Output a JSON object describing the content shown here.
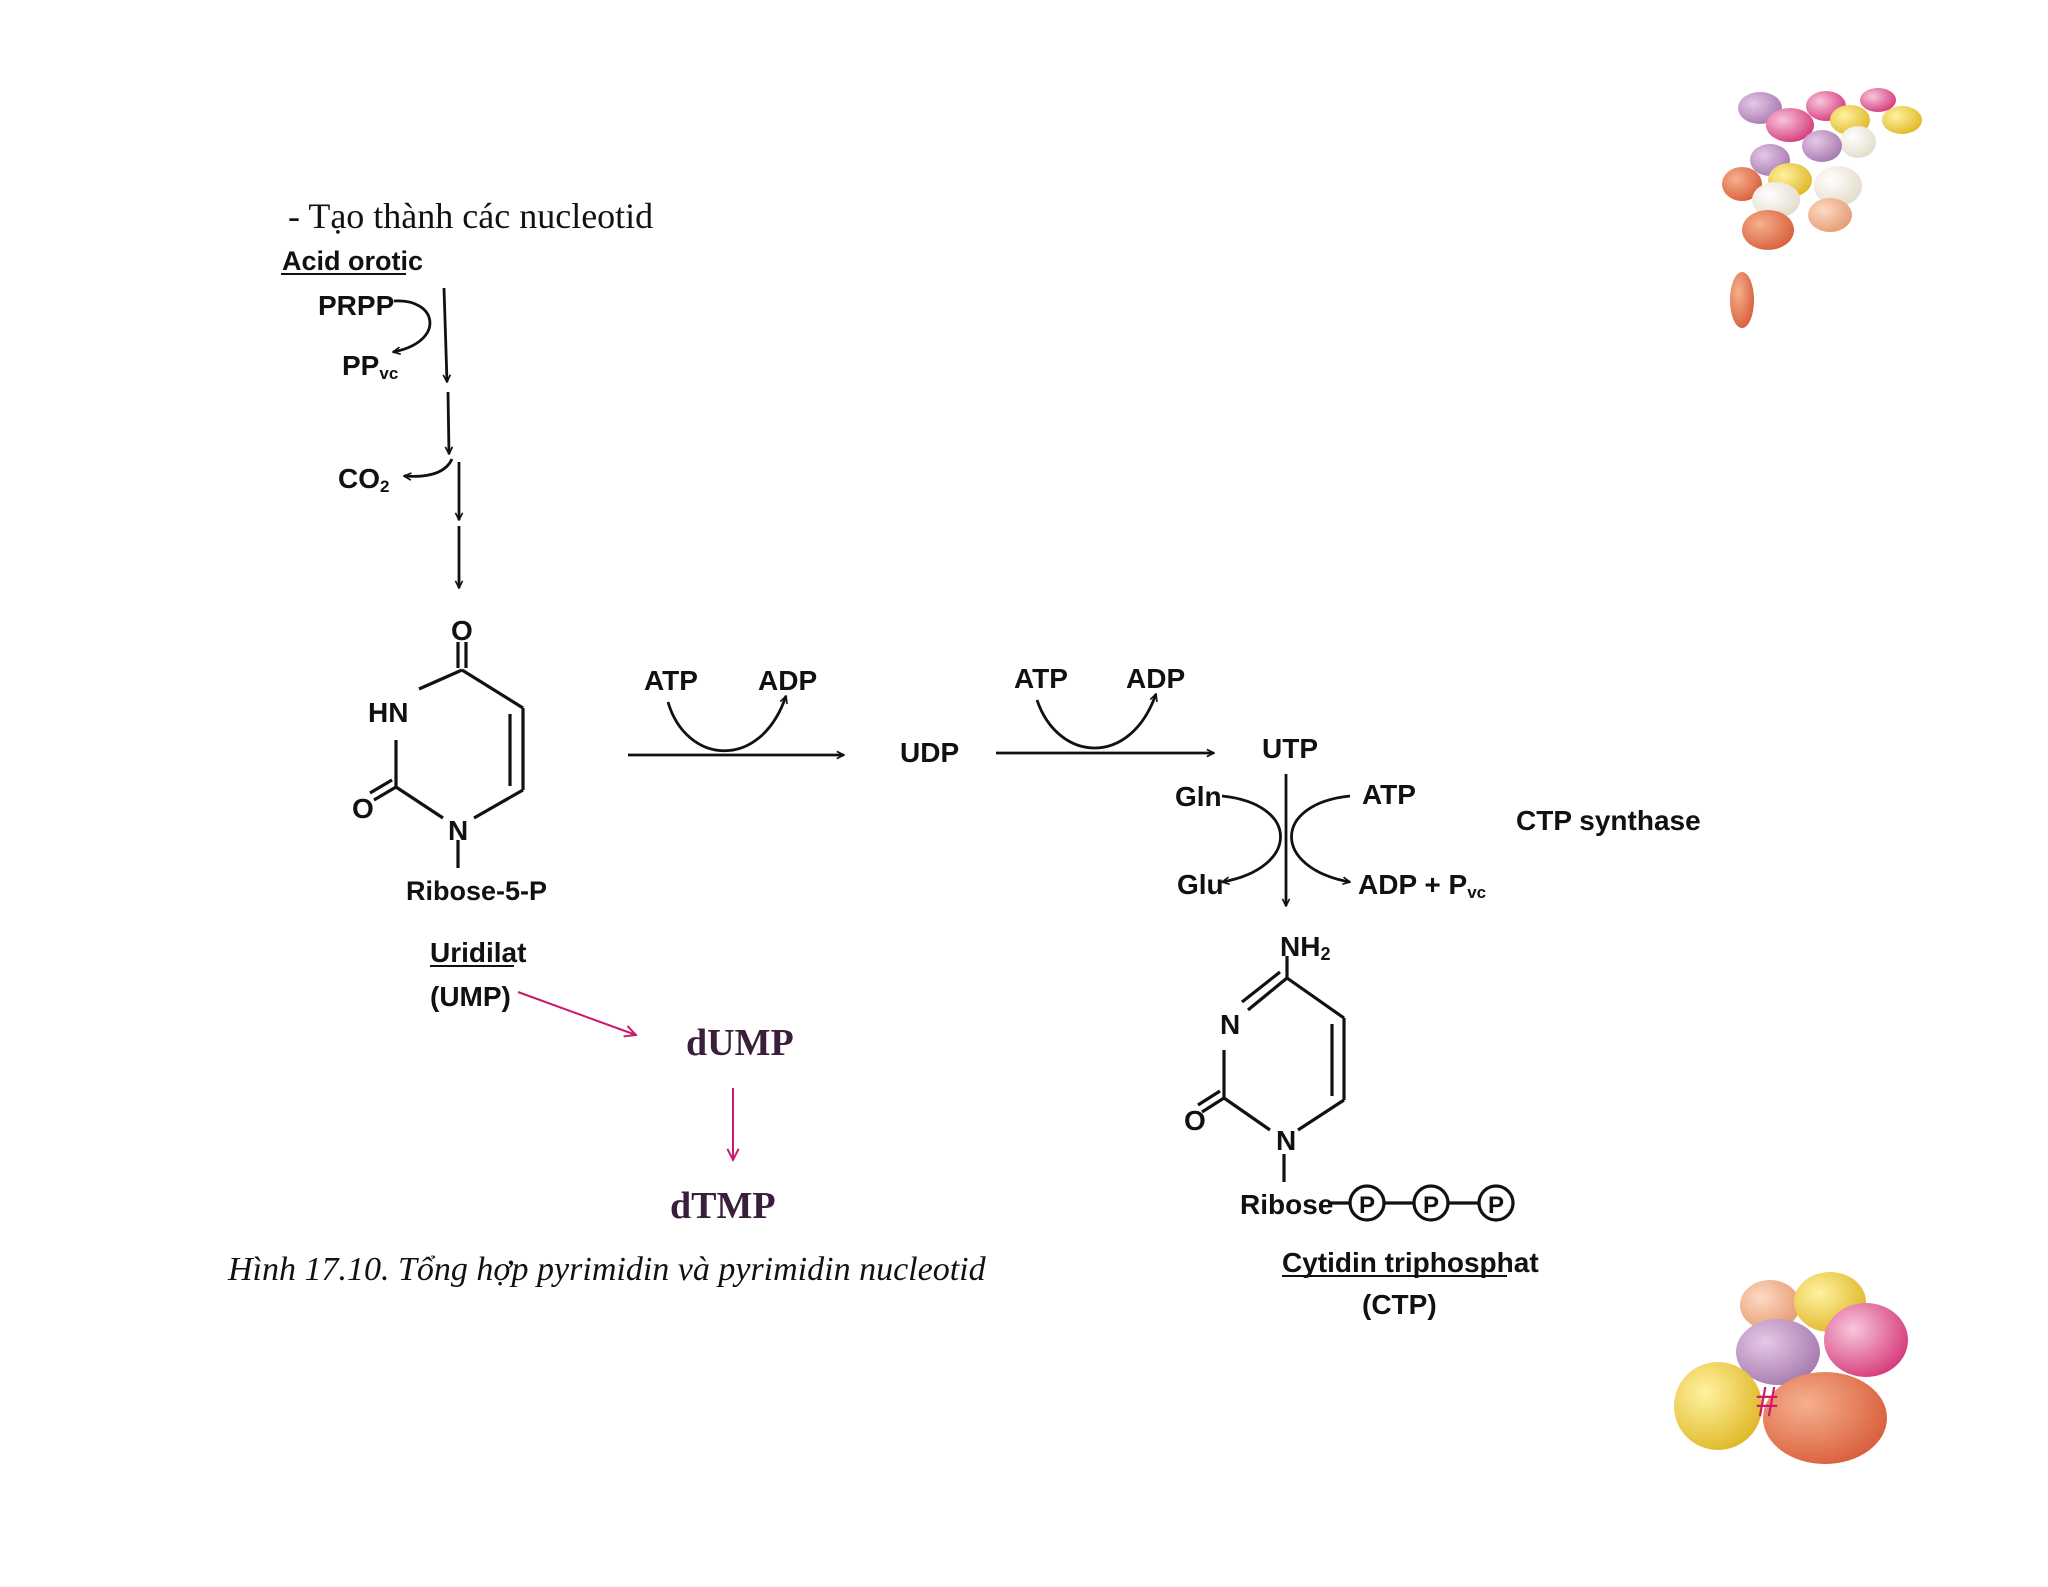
{
  "slide": {
    "heading": "- Tạo thành các nucleotid",
    "caption": "Hình 17.10. Tổng hợp pyrimidin và pyrimidin nucleotid",
    "page_marker": "#"
  },
  "pathway": {
    "start": "Acid orotic",
    "prpp": "PRPP",
    "ppvc_main": "PP",
    "ppvc_sub": "vc",
    "co2_main": "CO",
    "co2_sub": "2",
    "ump_atoms": {
      "o_top": "O",
      "hn": "HN",
      "o_left": "O",
      "n": "N",
      "ribose": "Ribose-5-P"
    },
    "ump_name": "Uridilat",
    "ump_abbr": "(UMP)",
    "step1": {
      "in": "ATP",
      "out": "ADP"
    },
    "udp": "UDP",
    "step2": {
      "in": "ATP",
      "out": "ADP"
    },
    "utp": "UTP",
    "gln": "Gln",
    "atp3": "ATP",
    "glu": "Glu",
    "adp_pvc_main": "ADP + P",
    "adp_pvc_sub": "vc",
    "enzyme": "CTP synthase",
    "ctp_atoms": {
      "nh2_main": "NH",
      "nh2_sub": "2",
      "n_ring": "N",
      "o_left": "O",
      "n_bottom": "N",
      "ribose": "Ribose",
      "p1": "P",
      "p2": "P",
      "p3": "P"
    },
    "ctp_name": "Cytidin triphosphat",
    "ctp_abbr": "(CTP)",
    "dump": "dUMP",
    "dtmp": "dTMP"
  },
  "colors": {
    "accent": "#cc1a6a",
    "ink": "#111111",
    "annotation": "#3a1f3a"
  }
}
